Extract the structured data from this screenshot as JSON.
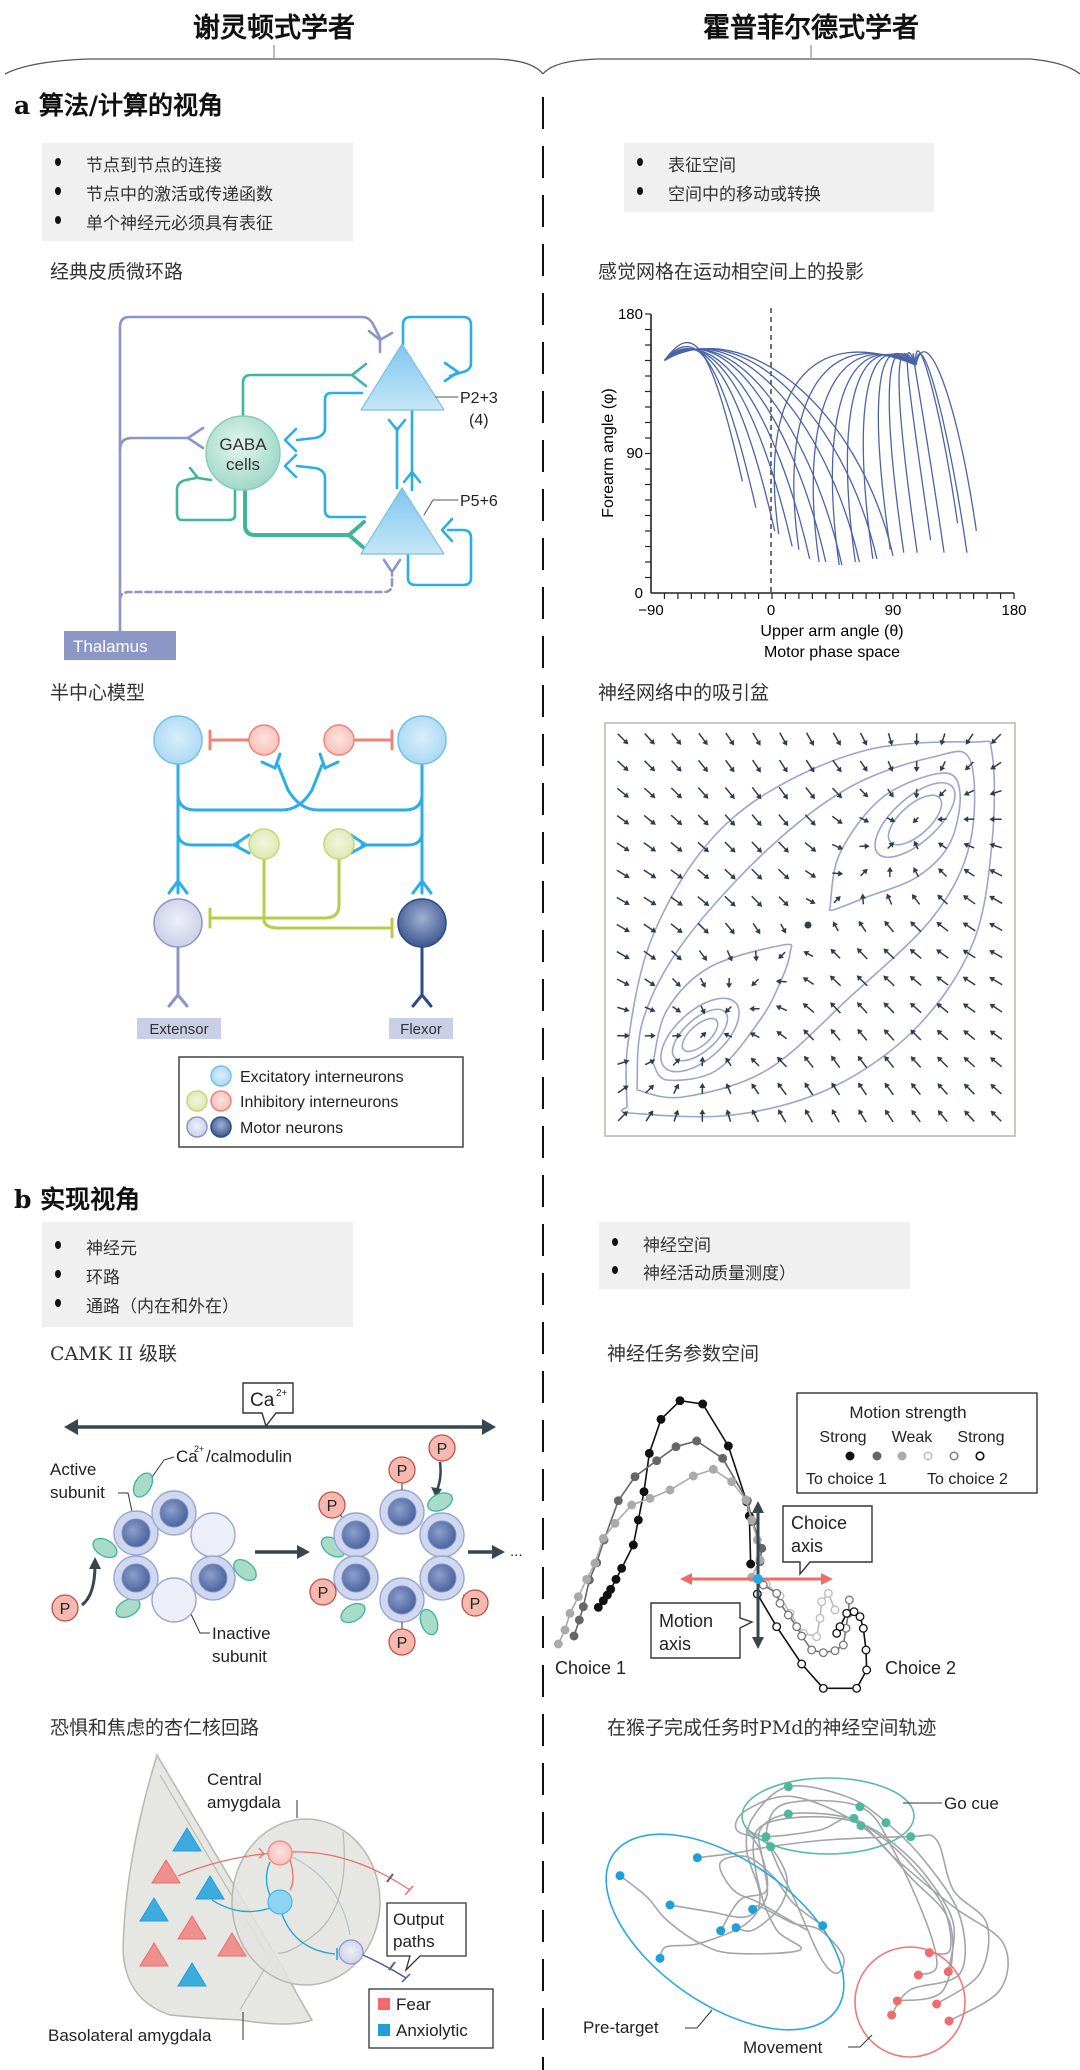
{
  "headers": {
    "left": "谢灵顿式学者",
    "right": "霍普菲尔德式学者"
  },
  "section_a": {
    "title": "a 算法/计算的视角",
    "left_bullets": [
      "节点到节点的连接",
      "节点中的激活或传递函数",
      "单个神经元必须具有表征"
    ],
    "right_bullets": [
      "表征空间",
      "空间中的移动或转换"
    ],
    "captions": {
      "cortical": "经典皮质微环路",
      "phase": "感觉网格在运动相空间上的投影",
      "halfcenter": "半中心模型",
      "attractor": "神经网络中的吸引盆"
    }
  },
  "section_b": {
    "title": "b 实现视角",
    "left_bullets": [
      "神经元",
      "环路",
      "通路（内在和外在）"
    ],
    "right_bullets": [
      "神经空间",
      "神经活动质量测度）"
    ],
    "captions": {
      "camk": "CAMK II 级联",
      "task": "神经任务参数空间",
      "amygdala": "恐惧和焦虑的杏仁核回路",
      "pmd": "在猴子完成任务时PMd的神经空间轨迹"
    }
  },
  "cortical": {
    "gaba1": "GABA",
    "gaba2": "cells",
    "p23": "P2+3",
    "p23b": "(4)",
    "p56": "P5+6",
    "thalamus": "Thalamus"
  },
  "halfcenter": {
    "extensor": "Extensor",
    "flexor": "Flexor",
    "legend": [
      "Excitatory interneurons",
      "Inhibitory interneurons",
      "Motor neurons"
    ]
  },
  "camk": {
    "ca": "Ca",
    "ca_sup": "2+",
    "active1": "Active",
    "active2": "subunit",
    "calmodulin": "/calmodulin",
    "inactive1": "Inactive",
    "inactive2": "subunit",
    "p": "P",
    "ellipsis": "..."
  },
  "task": {
    "legend_title": "Motion strength",
    "strong1": "Strong",
    "weak": "Weak",
    "strong2": "Strong",
    "to1": "To choice 1",
    "to2": "To choice 2",
    "choice_axis1": "Choice",
    "choice_axis2": "axis",
    "motion_axis1": "Motion",
    "motion_axis2": "axis",
    "choice1": "Choice 1",
    "choice2": "Choice 2"
  },
  "amygdala": {
    "central1": "Central",
    "central2": "amygdala",
    "bla": "Basolateral amygdala",
    "output1": "Output",
    "output2": "paths",
    "fear": "Fear",
    "anxiolytic": "Anxiolytic"
  },
  "pmd": {
    "go": "Go cue",
    "pre": "Pre-target",
    "movement": "Movement"
  },
  "colors": {
    "fear": "#f06b6b",
    "anxiolytic": "#1ea0dc",
    "curve": "#4a64a8",
    "contour": "#9aa6d0"
  },
  "chart_data": {
    "type": "line",
    "title": "Motor phase space",
    "xlabel": "Upper arm angle (θ)",
    "ylabel": "Forearm angle (φ)",
    "xlim": [
      -90,
      180
    ],
    "ylim": [
      0,
      180
    ],
    "xticks": [
      "−90",
      "0",
      "90",
      "180"
    ],
    "yticks": [
      "180",
      "90",
      "0"
    ],
    "xtick_values": [
      -90,
      0,
      90,
      180
    ],
    "ytick_values": [
      180,
      90,
      0
    ],
    "origins": [
      [
        -80,
        150
      ],
      [
        107,
        147
      ]
    ],
    "family_a_ends": [
      [
        -22,
        72
      ],
      [
        -12,
        55
      ],
      [
        2,
        40
      ],
      [
        15,
        30
      ],
      [
        28,
        22
      ],
      [
        40,
        20
      ],
      [
        52,
        18
      ],
      [
        65,
        20
      ],
      [
        78,
        22
      ],
      [
        90,
        24
      ]
    ],
    "family_b_ends": [
      [
        5,
        38
      ],
      [
        20,
        28
      ],
      [
        35,
        20
      ],
      [
        50,
        18
      ],
      [
        62,
        20
      ],
      [
        75,
        22
      ],
      [
        88,
        28
      ],
      [
        98,
        26
      ],
      [
        108,
        26
      ],
      [
        118,
        34
      ],
      [
        128,
        26
      ],
      [
        138,
        45
      ],
      [
        145,
        26
      ],
      [
        152,
        40
      ]
    ]
  }
}
